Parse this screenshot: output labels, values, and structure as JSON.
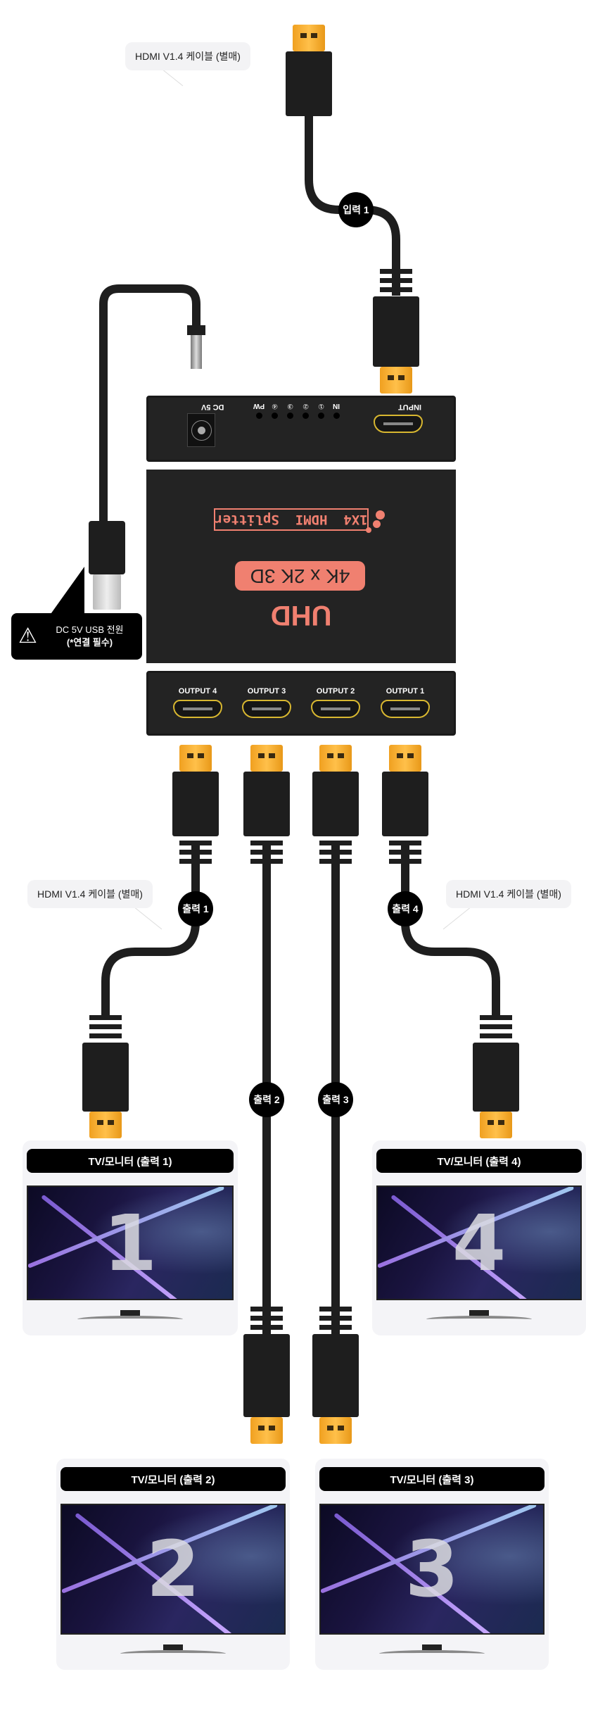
{
  "cable_labels": {
    "input": "HDMI V1.4 케이블 (별매)",
    "output_left": "HDMI V1.4 케이블 (별매)",
    "output_right": "HDMI V1.4 케이블 (별매)"
  },
  "badges": {
    "input1": "입력 1",
    "out1": "출력 1",
    "out2": "출력 2",
    "out3": "출력 3",
    "out4": "출력 4"
  },
  "device": {
    "top_panel": {
      "dc": "DC 5V",
      "leds": [
        "PW",
        "④",
        "③",
        "②",
        "①",
        "IN"
      ],
      "input": "INPUT"
    },
    "front": {
      "product": "1X4  HDMI  Splitter",
      "resolution": "4K x 2K 3D",
      "brand": "UHD"
    },
    "outputs": [
      "OUTPUT 4",
      "OUTPUT 3",
      "OUTPUT 2",
      "OUTPUT 1"
    ]
  },
  "warning": {
    "line1": "DC 5V USB 전원",
    "line2": "(*연결 필수)"
  },
  "tvs": [
    {
      "title": "TV/모니터 (출력 1)",
      "number": "1"
    },
    {
      "title": "TV/모니터 (출력 4)",
      "number": "4"
    },
    {
      "title": "TV/모니터 (출력 2)",
      "number": "2"
    },
    {
      "title": "TV/모니터 (출력 3)",
      "number": "3"
    }
  ],
  "colors": {
    "accent": "#f08070",
    "connector": "#f5a623",
    "port": "#d8b730",
    "device": "#232323"
  }
}
